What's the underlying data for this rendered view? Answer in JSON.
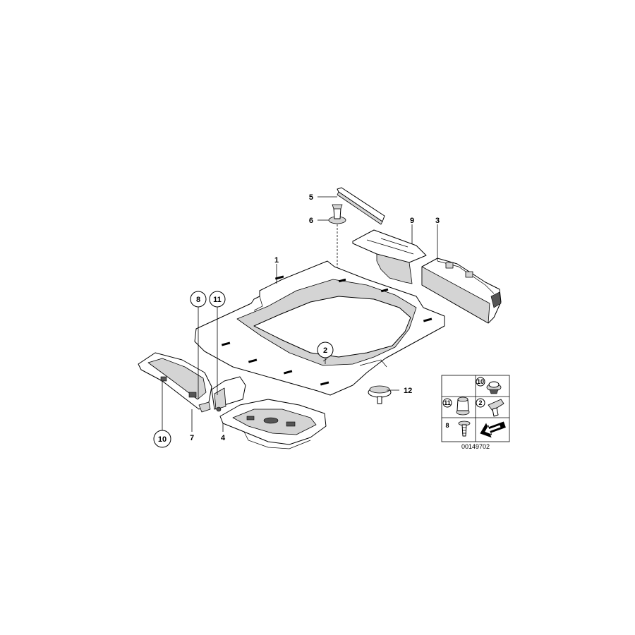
{
  "callouts": {
    "c1": "1",
    "c2": "2",
    "c3": "3",
    "c4": "4",
    "c5": "5",
    "c6": "6",
    "c7": "7",
    "c8": "8",
    "c9": "9",
    "c10": "10",
    "c11": "11",
    "c12": "12"
  },
  "legend": {
    "i10": "10",
    "i11": "11",
    "i2": "2",
    "i8": "8"
  },
  "diagram_code": "00149702"
}
